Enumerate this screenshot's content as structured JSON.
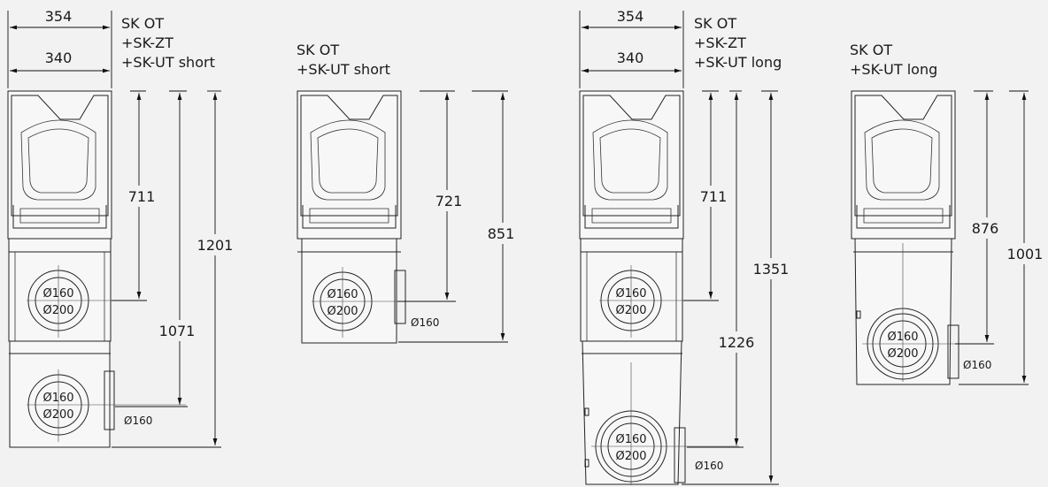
{
  "assemblies": [
    {
      "caption": [
        "SK OT",
        "+SK-ZT",
        "+SK-UT short"
      ],
      "width_outer": "354",
      "width_inner": "340",
      "heights": [
        "711",
        "1071",
        "1201"
      ],
      "ports": [
        {
          "inner": "Ø160",
          "outer": "Ø200",
          "side": ""
        },
        {
          "inner": "Ø160",
          "outer": "Ø200",
          "side": "Ø160"
        }
      ]
    },
    {
      "caption": [
        "SK OT",
        "+SK-UT short"
      ],
      "heights": [
        "721",
        "851"
      ],
      "ports": [
        {
          "inner": "Ø160",
          "outer": "Ø200",
          "side": "Ø160"
        }
      ]
    },
    {
      "caption": [
        "SK OT",
        "+SK-ZT",
        "+SK-UT long"
      ],
      "width_outer": "354",
      "width_inner": "340",
      "heights": [
        "711",
        "1226",
        "1351"
      ],
      "ports": [
        {
          "inner": "Ø160",
          "outer": "Ø200",
          "side": ""
        },
        {
          "inner": "Ø160",
          "outer": "Ø200",
          "side": "Ø160"
        }
      ]
    },
    {
      "caption": [
        "SK OT",
        "+SK-UT long"
      ],
      "heights": [
        "876",
        "1001"
      ],
      "ports": [
        {
          "inner": "Ø160",
          "outer": "Ø200",
          "side": "Ø160"
        }
      ]
    }
  ]
}
